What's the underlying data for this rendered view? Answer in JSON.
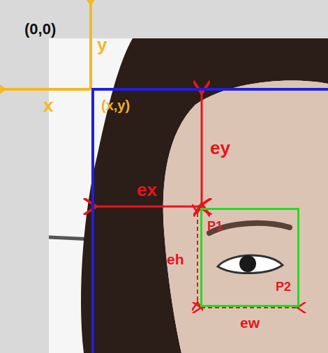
{
  "diagram": {
    "nodes": [
      {
        "text": [
          "(x,y)"
        ]
      },
      {
        "text": [
          "P1",
          "P2"
        ],
        "in": 0
      }
    ],
    "labels": [
      "(0,0)",
      "y",
      "x",
      "ey",
      "ex",
      "eh",
      "ew"
    ]
  }
}
